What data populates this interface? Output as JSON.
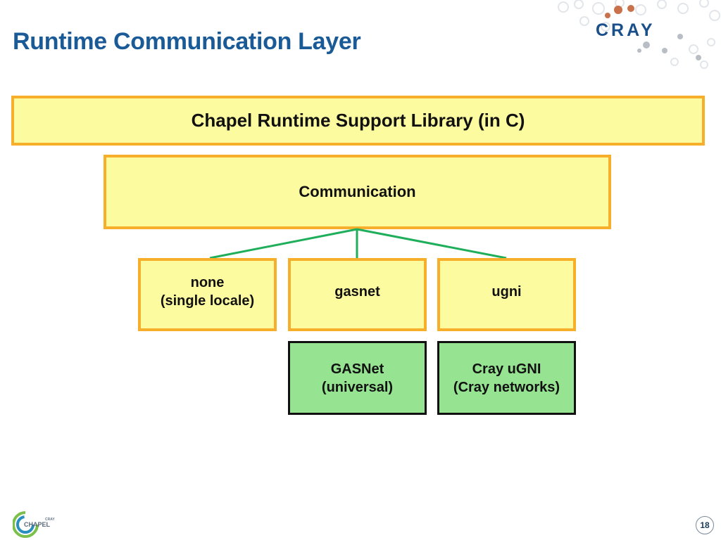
{
  "slide": {
    "title": "Runtime Communication Layer",
    "page_number": "18"
  },
  "logos": {
    "brand": "CRAY",
    "footer_small": "CRAY",
    "footer_main": "CHAPEL"
  },
  "diagram": {
    "library": "Chapel Runtime Support Library (in C)",
    "layer": "Communication",
    "options": [
      {
        "label": "none\n(single locale)"
      },
      {
        "label": "gasnet"
      },
      {
        "label": "ugni"
      }
    ],
    "backends": [
      {
        "label": "GASNet\n(universal)"
      },
      {
        "label": "Cray uGNI\n(Cray networks)"
      }
    ]
  },
  "colors": {
    "title": "#1a5a96",
    "box_fill": "#fdfba0",
    "box_border": "#f7ae2a",
    "backend_fill": "#96e392",
    "connector": "#1fae5a"
  }
}
